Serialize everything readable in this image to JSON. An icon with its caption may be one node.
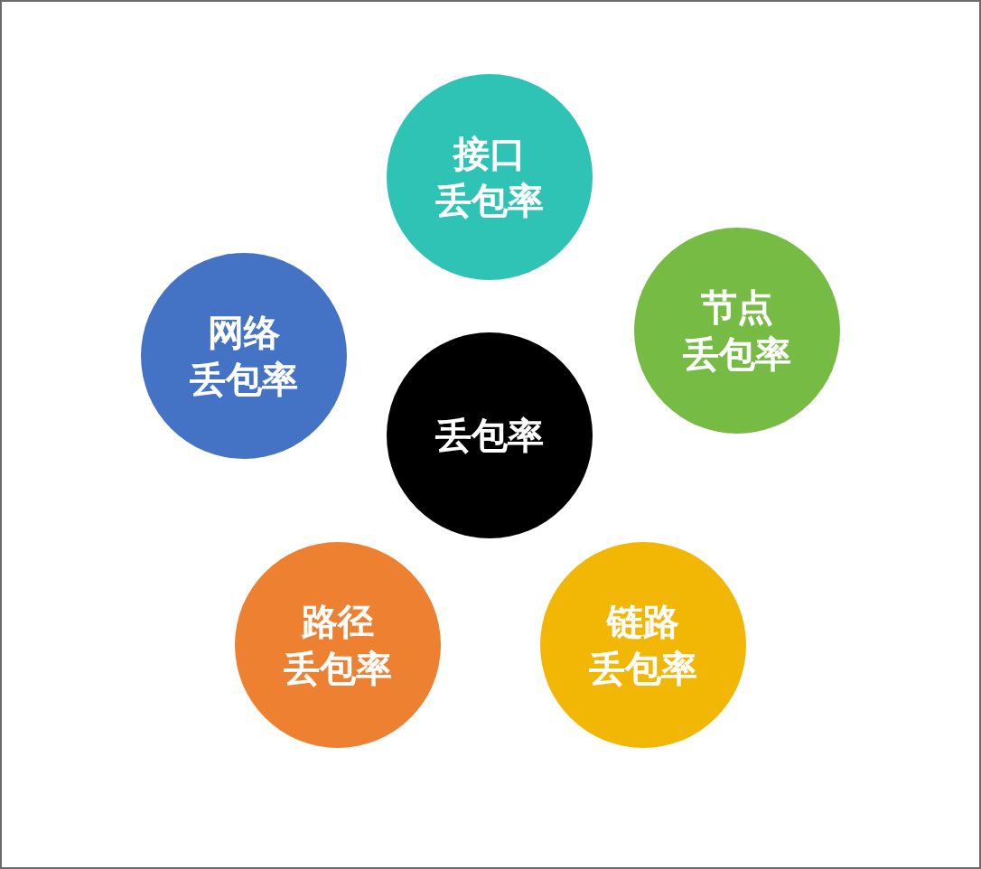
{
  "diagram": {
    "nodes": [
      {
        "text": [
          "接口",
          "丢包率"
        ]
      },
      {
        "text": [
          "网络",
          "丢包率"
        ]
      },
      {
        "text": [
          "节点",
          "丢包率"
        ]
      },
      {
        "text": [
          "丢包率"
        ]
      },
      {
        "text": [
          "路径",
          "丢包率"
        ]
      },
      {
        "text": [
          "链路",
          "丢包率"
        ]
      }
    ]
  }
}
